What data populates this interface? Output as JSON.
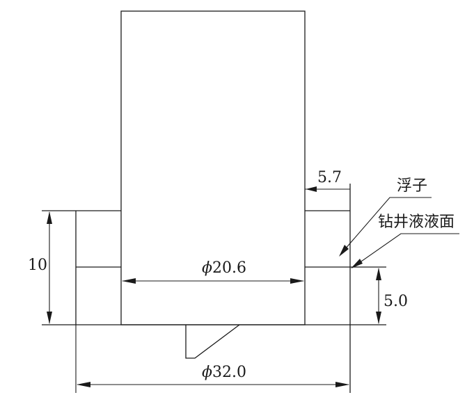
{
  "labels": {
    "dim_height_10": "10",
    "dim_inner_diameter": "20.6",
    "dim_outer_diameter": "32.0",
    "dim_gap_top": "5.7",
    "dim_level": "5.0",
    "phi_symbol": "ϕ",
    "float_label": "浮子",
    "fluid_surface_label": "钻井液液面"
  }
}
